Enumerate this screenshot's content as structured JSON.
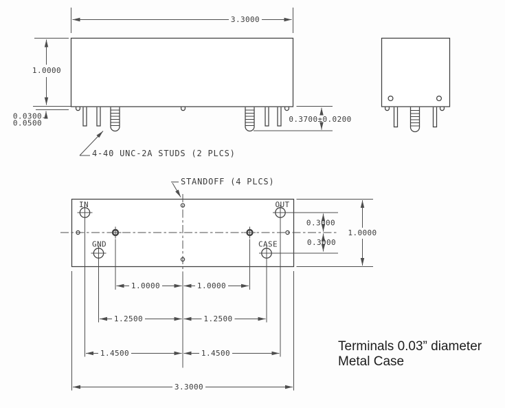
{
  "side_view": {
    "width": "3.3000",
    "height": "1.0000",
    "standoff_gap_min": "0.0300",
    "standoff_gap_max": "0.0500",
    "stud_projection": "0.3700±0.0200",
    "studs_note": "4-40 UNC-2A STUDS (2 PLCS)"
  },
  "bottom_view": {
    "standoff_note": "STANDOFF (4 PLCS)",
    "terminals": {
      "in": "IN",
      "out": "OUT",
      "gnd": "GND",
      "case": "CASE"
    },
    "dims": {
      "out_offset": "0.3000",
      "case_offset": "0.3000",
      "depth": "1.0000",
      "stud_left": "1.0000",
      "stud_right": "1.0000",
      "gnd_offset": "1.2500",
      "case_offset_x": "1.2500",
      "in_offset": "1.4500",
      "out_offset_x": "1.4500",
      "overall_width": "3.3000"
    }
  },
  "notes": {
    "terminals": "Terminals 0.03” diameter",
    "material": "Metal Case"
  },
  "colors": {
    "line": "#4d4d4d",
    "outline": "#3f3f3f",
    "text": "#3a3a3a",
    "note_text": "#1c1c1c",
    "background": "#fdfdfd"
  }
}
